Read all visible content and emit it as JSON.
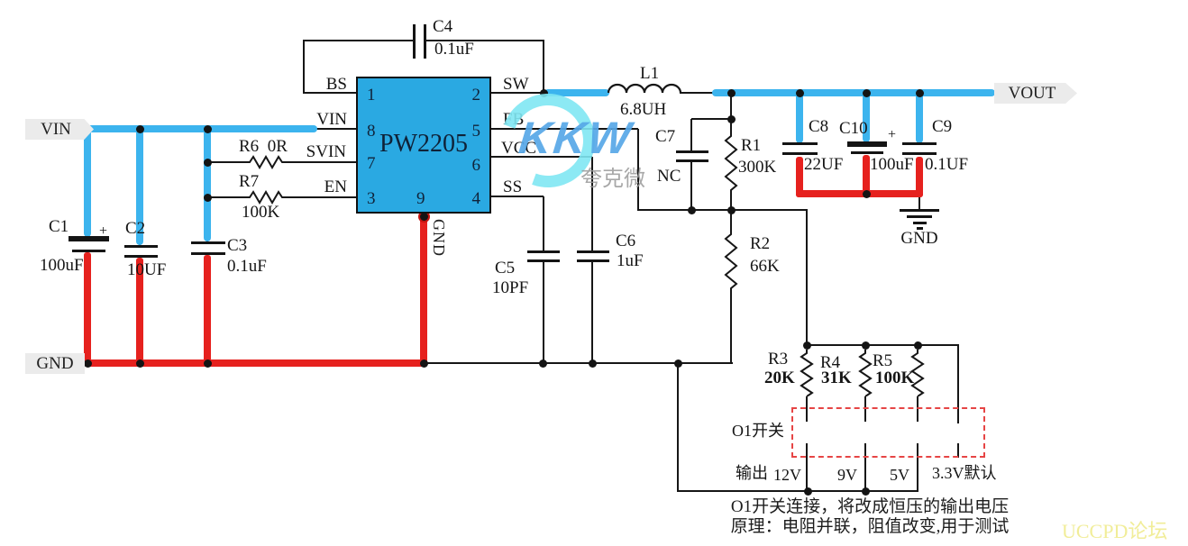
{
  "ic": {
    "part": "PW2205",
    "pin1": "1",
    "pin2": "2",
    "pin3": "3",
    "pin4": "4",
    "pin5": "5",
    "pin6": "6",
    "pin7": "7",
    "pin8": "8",
    "pin9": "9",
    "bs": "BS",
    "vin": "VIN",
    "svin": "SVIN",
    "en": "EN",
    "sw": "SW",
    "fb": "FB",
    "vcc": "VCC",
    "ss": "SS",
    "gnd": "GND"
  },
  "ports": {
    "vin": "VIN",
    "gnd": "GND",
    "vout": "VOUT",
    "gnd_out": "GND"
  },
  "components": {
    "c1": {
      "ref": "C1",
      "value": "100uF",
      "polarity": "+"
    },
    "c2": {
      "ref": "C2",
      "value": "10UF"
    },
    "c3": {
      "ref": "C3",
      "value": "0.1uF"
    },
    "c4": {
      "ref": "C4",
      "value": "0.1uF"
    },
    "c5": {
      "ref": "C5",
      "value": "10PF"
    },
    "c6": {
      "ref": "C6",
      "value": "1uF"
    },
    "c7": {
      "ref": "C7",
      "value": "NC"
    },
    "c8": {
      "ref": "C8",
      "value": "22UF"
    },
    "c9": {
      "ref": "C9",
      "value": "0.1UF"
    },
    "c10": {
      "ref": "C10",
      "value": "100uF",
      "polarity": "+"
    },
    "r1": {
      "ref": "R1",
      "value": "300K"
    },
    "r2": {
      "ref": "R2",
      "value": "66K"
    },
    "r3": {
      "ref": "R3",
      "value": "20K"
    },
    "r4": {
      "ref": "R4",
      "value": "31K"
    },
    "r5": {
      "ref": "R5",
      "value": "100K"
    },
    "r6": {
      "ref": "R6",
      "value": "0R"
    },
    "r7": {
      "ref": "R7",
      "value": "100K"
    },
    "l1": {
      "ref": "L1",
      "value": "6.8UH"
    }
  },
  "switch": {
    "label": "O1开关",
    "output": "输出",
    "v12": "12V",
    "v9": "9V",
    "v5": "5V",
    "v33": "3.3V默认"
  },
  "notes": {
    "line1": "O1开关连接，将改成恒压的输出电压",
    "line2": "原理：电阻并联，阻值改变,用于测试"
  },
  "watermark": {
    "logo": "KKW",
    "logo_cn": "夸克微",
    "forum": "UCCPD论坛"
  },
  "colors": {
    "ic_fill": "#2aa9e2",
    "wire_blue": "#3cb4ee",
    "wire_red": "#e6211e",
    "dashed_red": "#e64545"
  }
}
